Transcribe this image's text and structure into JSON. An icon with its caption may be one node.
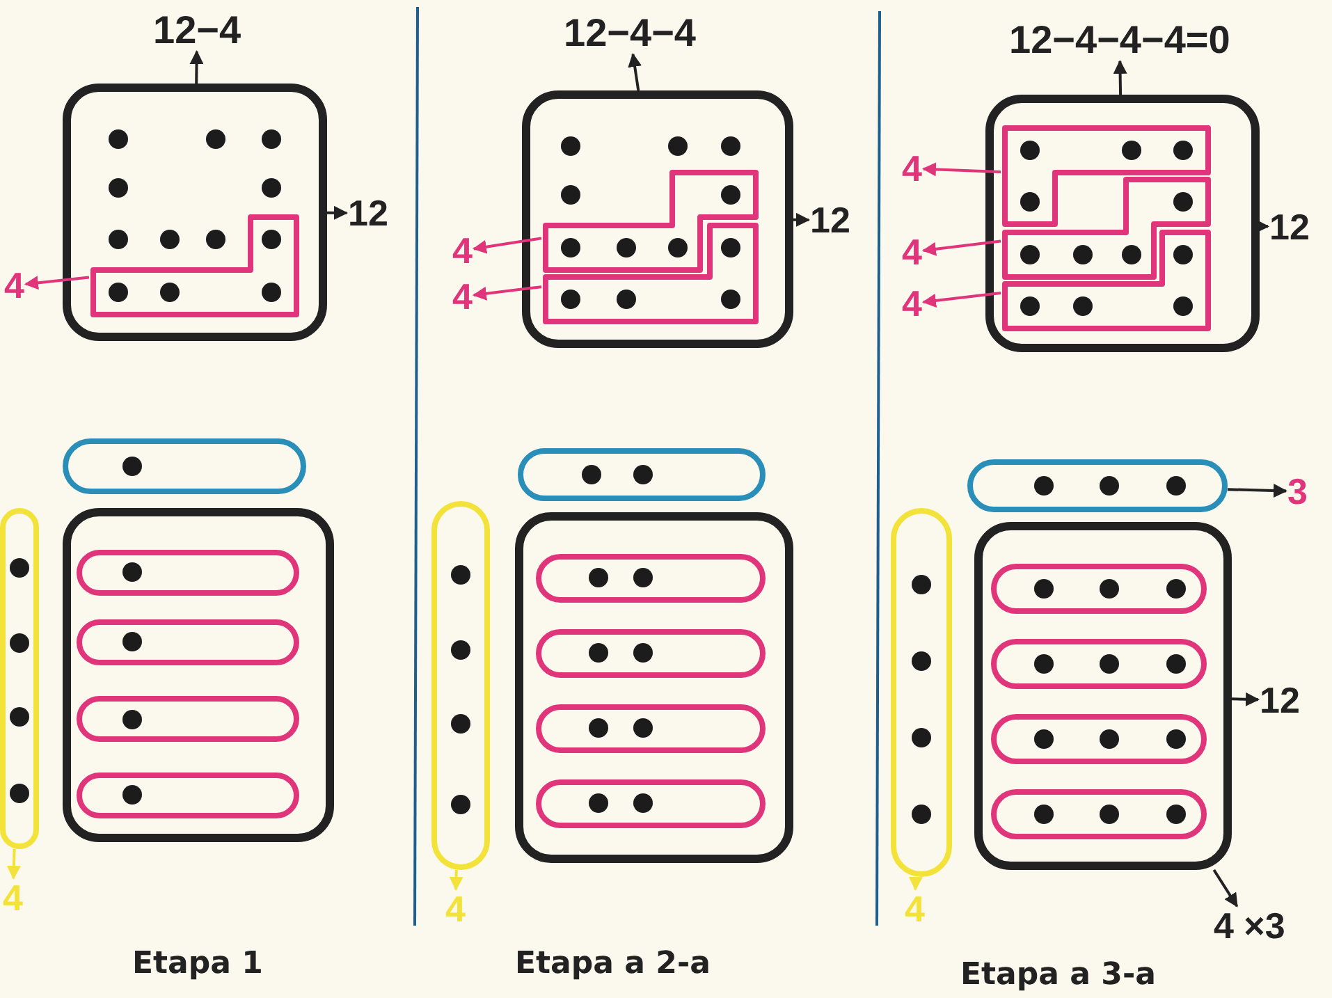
{
  "diagram": {
    "nodes": [
      {
        "text": [
          "12−4"
        ]
      },
      {
        "text": [],
        "shape": "box"
      },
      {
        "text": [],
        "shape": "loop",
        "in": 1
      },
      {
        "text": [
          "12"
        ]
      },
      {
        "text": [
          "4"
        ]
      },
      {
        "text": [],
        "shape": "oval"
      },
      {
        "text": [],
        "shape": "box"
      },
      {
        "text": [],
        "shape": "loop",
        "in": 6
      },
      {
        "text": [],
        "shape": "loop",
        "in": 6
      },
      {
        "text": [],
        "shape": "loop",
        "in": 6
      },
      {
        "text": [],
        "shape": "loop",
        "in": 6
      },
      {
        "text": [],
        "shape": "oval"
      },
      {
        "text": [
          "4"
        ]
      },
      {
        "text": [
          "12−4−4"
        ]
      },
      {
        "text": [],
        "shape": "box"
      },
      {
        "text": [],
        "shape": "loop",
        "in": 14
      },
      {
        "text": [],
        "shape": "loop",
        "in": 14
      },
      {
        "text": [
          "12"
        ]
      },
      {
        "text": [
          "4"
        ]
      },
      {
        "text": [
          "4"
        ]
      },
      {
        "text": [],
        "shape": "oval"
      },
      {
        "text": [],
        "shape": "box"
      },
      {
        "text": [],
        "shape": "loop",
        "in": 21
      },
      {
        "text": [],
        "shape": "loop",
        "in": 21
      },
      {
        "text": [],
        "shape": "loop",
        "in": 21
      },
      {
        "text": [],
        "shape": "loop",
        "in": 21
      },
      {
        "text": [],
        "shape": "oval"
      },
      {
        "text": [
          "4"
        ]
      },
      {
        "text": [
          "12−4−4−4=0"
        ]
      },
      {
        "text": [],
        "shape": "box"
      },
      {
        "text": [],
        "shape": "loop",
        "in": 29
      },
      {
        "text": [],
        "shape": "loop",
        "in": 29
      },
      {
        "text": [],
        "shape": "loop",
        "in": 29
      },
      {
        "text": [
          "12"
        ]
      },
      {
        "text": [
          "4"
        ]
      },
      {
        "text": [
          "4"
        ]
      },
      {
        "text": [
          "4"
        ]
      },
      {
        "text": [],
        "shape": "oval"
      },
      {
        "text": [
          "3"
        ]
      },
      {
        "text": [],
        "shape": "box"
      },
      {
        "text": [],
        "shape": "loop",
        "in": 39
      },
      {
        "text": [],
        "shape": "loop",
        "in": 39
      },
      {
        "text": [],
        "shape": "loop",
        "in": 39
      },
      {
        "text": [],
        "shape": "loop",
        "in": 39
      },
      {
        "text": [
          "12"
        ]
      },
      {
        "text": [],
        "shape": "oval"
      },
      {
        "text": [
          "4"
        ]
      },
      {
        "text": [
          "4 ×3"
        ]
      }
    ],
    "edges": [
      {
        "from": 1,
        "to": 0,
        "arrow": "to"
      },
      {
        "from": 1,
        "to": 3,
        "arrow": "to"
      },
      {
        "from": 2,
        "to": 4,
        "arrow": "to",
        "color": "#e0357a"
      },
      {
        "from": 11,
        "to": 12,
        "arrow": "to",
        "color": "#f2e23a"
      },
      {
        "from": 14,
        "to": 13,
        "arrow": "to"
      },
      {
        "from": 14,
        "to": 17,
        "arrow": "to"
      },
      {
        "from": 15,
        "to": 18,
        "arrow": "to",
        "color": "#e0357a"
      },
      {
        "from": 16,
        "to": 19,
        "arrow": "to",
        "color": "#e0357a"
      },
      {
        "from": 26,
        "to": 27,
        "arrow": "to",
        "color": "#f2e23a"
      },
      {
        "from": 29,
        "to": 28,
        "arrow": "to"
      },
      {
        "from": 29,
        "to": 33,
        "arrow": "to"
      },
      {
        "from": 30,
        "to": 34,
        "arrow": "to",
        "color": "#e0357a"
      },
      {
        "from": 31,
        "to": 35,
        "arrow": "to",
        "color": "#e0357a"
      },
      {
        "from": 32,
        "to": 36,
        "arrow": "to",
        "color": "#e0357a"
      },
      {
        "from": 37,
        "to": 38,
        "arrow": "to"
      },
      {
        "from": 39,
        "to": 44,
        "arrow": "to"
      },
      {
        "from": 45,
        "to": 46,
        "arrow": "to",
        "color": "#f2e23a"
      },
      {
        "from": 39,
        "to": 47,
        "arrow": "to"
      }
    ],
    "labels": [
      "Etapa 1",
      "Etapa a 2-a",
      "Etapa a 3-a"
    ]
  }
}
